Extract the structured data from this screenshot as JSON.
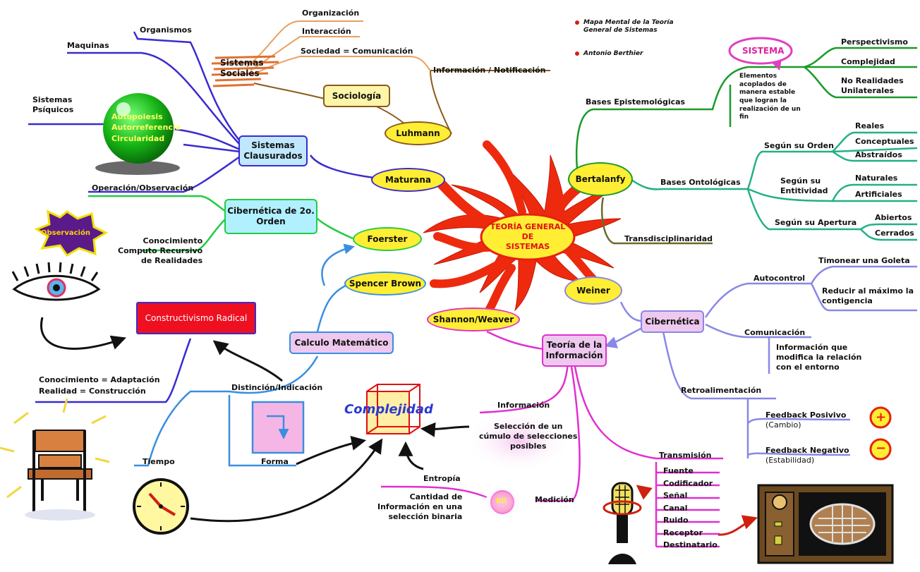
{
  "legend": {
    "item1": "Mapa Mental de la Teoría",
    "item2": "General de Sistemas",
    "author": "Antonio Berthier"
  },
  "center": {
    "line1": "TEORÍA GENERAL",
    "line2": "DE",
    "line3": "SISTEMAS"
  },
  "luhmann": {
    "name": "Luhmann",
    "sociologia": "Sociología",
    "sistemas_sociales": [
      "Sistemas",
      "Sociales"
    ],
    "organizacion": "Organización",
    "interaccion": "Interacción",
    "sociedad": "Sociedad = Comunicación",
    "informacion_notif": "Información / Notificación"
  },
  "maturana": {
    "name": "Maturana",
    "clausurados": [
      "Sistemas",
      "Clausurados"
    ],
    "organismos": "Organismos",
    "maquinas": "Maquinas",
    "psiquicos": [
      "Sistemas",
      "Psíquicos"
    ],
    "ball": [
      "Autopoiesis",
      "Autorreferencia",
      "Circularidad"
    ],
    "operacion": "Operación/Observación"
  },
  "foerster": {
    "name": "Foerster",
    "cibernetica2": [
      "Cibernética de 2o.",
      "Orden"
    ],
    "observacion": "Observación",
    "conocimiento": [
      "Conocimiento",
      "Computo Recursivo",
      "de Realidades"
    ]
  },
  "spencer": {
    "name": "Spencer Brown",
    "calculo": "Calculo Matemático",
    "distincion": "Distinción/Indicación",
    "tiempo": "Tiempo",
    "forma": "Forma"
  },
  "constructivismo": {
    "label": "Constructivismo Radical",
    "conocimiento": "Conocimiento = Adaptación",
    "realidad": "Realidad = Construcción"
  },
  "shannon": {
    "name": "Shannon/Weaver",
    "teoria": [
      "Teoría de la",
      "Información"
    ],
    "complejidad": "Complejidad",
    "informacion": "Información",
    "seleccion": [
      "Selección de un",
      "cúmulo de selecciones",
      "posibles"
    ],
    "entropia": "Entropía",
    "cantidad": [
      "Cantidad de",
      "Información en una",
      "selección binaria"
    ],
    "bit": "Bit",
    "medicion": "Medición",
    "transmision": "Transmisión",
    "elementos": [
      "Fuente",
      "Codificador",
      "Señal",
      "Canal",
      "Ruido",
      "Receptor",
      "Destinatario"
    ]
  },
  "bertalanfy": {
    "name": "Bertalanfy",
    "epistemo": "Bases Epistemológicas",
    "sistema": "SISTEMA",
    "definicion": [
      "Elementos",
      "acoplados de",
      "manera estable",
      "que logran la",
      "realización de un",
      "fin"
    ],
    "perspectivismo": "Perspectivismo",
    "complejidad": "Complejidad",
    "no_realidades": [
      "No Realidades",
      "Unilaterales"
    ],
    "ontologicas": "Bases Ontológicas",
    "segun_orden": "Según su Orden",
    "reales": "Reales",
    "conceptuales": "Conceptuales",
    "abstraidos": "Abstraídos",
    "segun_entitividad": [
      "Según su",
      "Entitividad"
    ],
    "naturales": "Naturales",
    "artificiales": "Artificiales",
    "segun_apertura": "Según su Apertura",
    "abiertos": "Abiertos",
    "cerrados": "Cerrados",
    "transdisciplinaridad": "Transdisciplinaridad"
  },
  "weiner": {
    "name": "Weiner",
    "cibernetica": "Cibernética",
    "autocontrol": "Autocontrol",
    "timonear": "Timonear una Goleta",
    "reducir": [
      "Reducir al máximo la",
      "contigencia"
    ],
    "comunicacion": "Comunicación",
    "info_modifica": [
      "Información que",
      "modifica la relación",
      "con el entorno"
    ],
    "retro": "Retroalimentación",
    "feedback_pos": [
      "Feedback Posivivo",
      "(Cambio)"
    ],
    "feedback_neg": [
      "Feedback Negativo",
      "(Estabilidad)"
    ],
    "plus": "+",
    "minus": "−"
  },
  "colors": {
    "luhmann": "#e8a060",
    "maturana": "#3a2bd0",
    "foerster": "#22cc44",
    "spencer": "#3a8ee0",
    "constructivismo": "#e01020",
    "shannon": "#e030d0",
    "bertalanfy_epi": "#1a9a2a",
    "bertalanfy_onto": "#22b088",
    "trans": "#6b6a2a",
    "weiner": "#8888e6",
    "center": "#e82010",
    "oval": "#ffee33"
  }
}
